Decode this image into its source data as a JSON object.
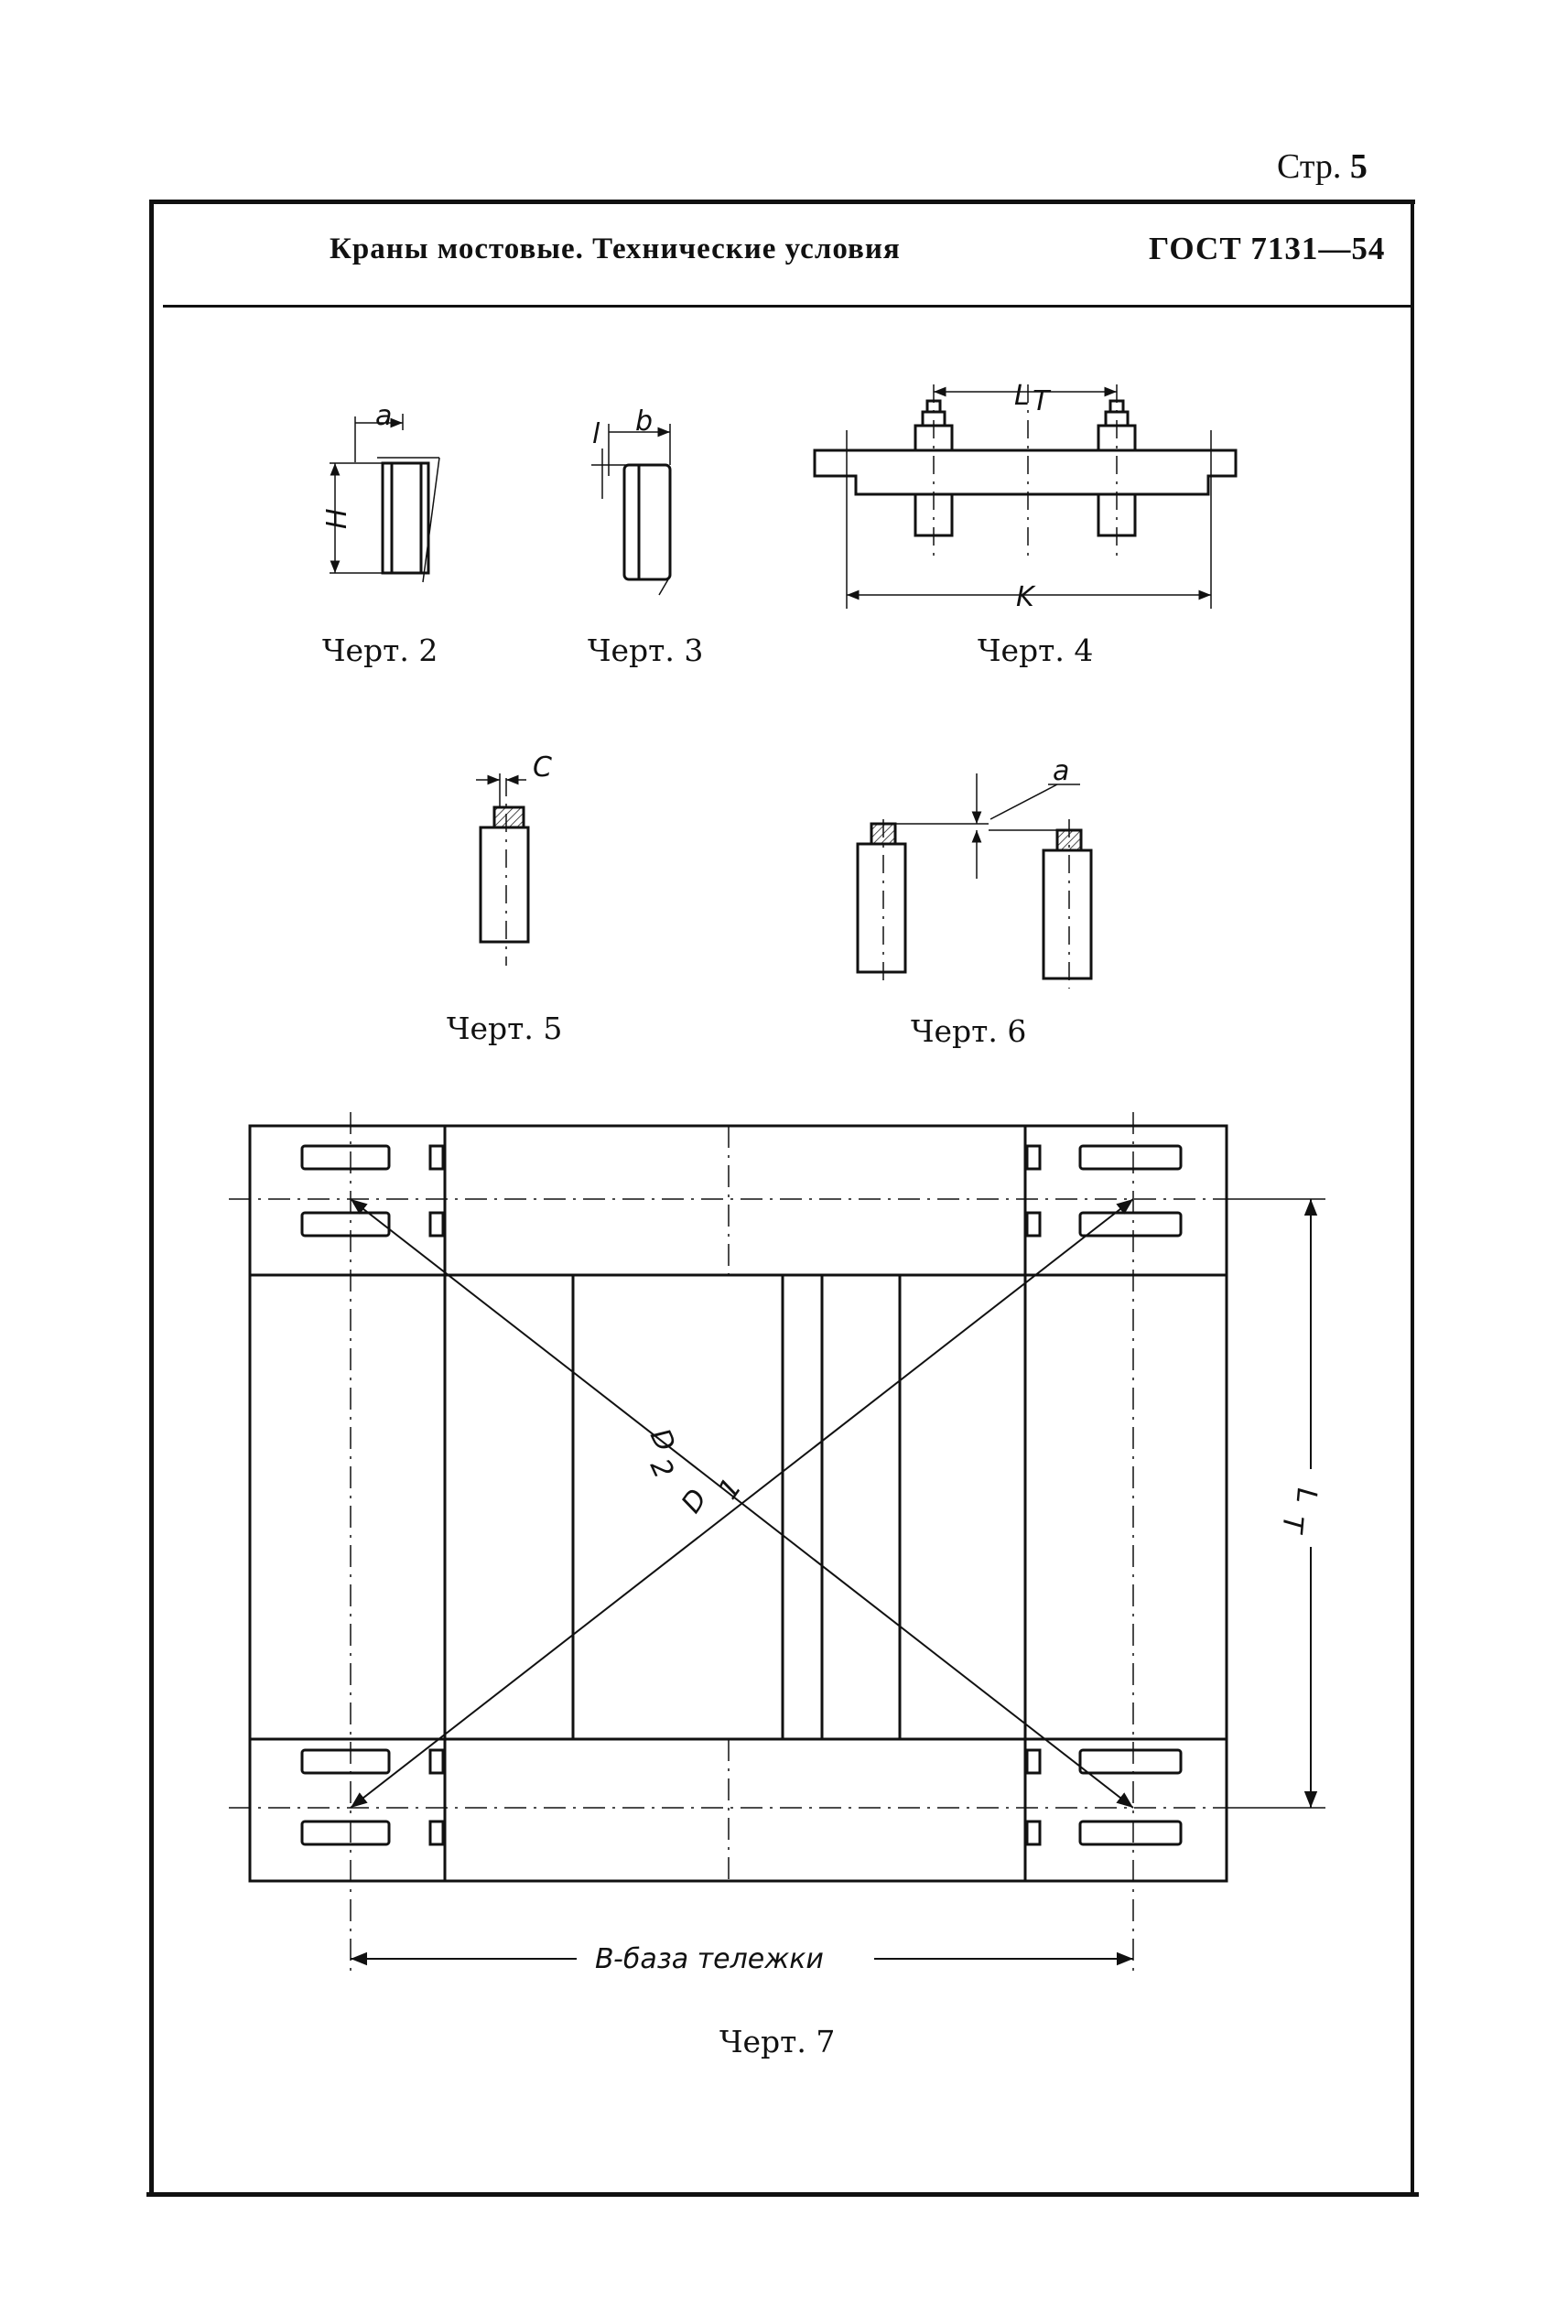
{
  "page_number": {
    "prefix": "Стр.",
    "number": "5"
  },
  "header": {
    "title": "Краны мостовые. Технические условия",
    "standard": "ГОСТ 7131—54"
  },
  "figures": {
    "fig2": {
      "caption": "Черт. 2",
      "labels": [
        "a",
        "H"
      ]
    },
    "fig3": {
      "caption": "Черт. 3",
      "labels": [
        "l",
        "b"
      ]
    },
    "fig4": {
      "caption": "Черт. 4",
      "labels": [
        "L",
        "T",
        "K"
      ]
    },
    "fig5": {
      "caption": "Черт. 5",
      "labels": [
        "C"
      ]
    },
    "fig6": {
      "caption": "Черт. 6",
      "labels": [
        "a"
      ]
    },
    "fig7": {
      "caption": "Черт. 7",
      "labels": [
        "D",
        "2",
        "D",
        "1",
        "L",
        "T"
      ],
      "base_label": "B-база тележки"
    }
  }
}
